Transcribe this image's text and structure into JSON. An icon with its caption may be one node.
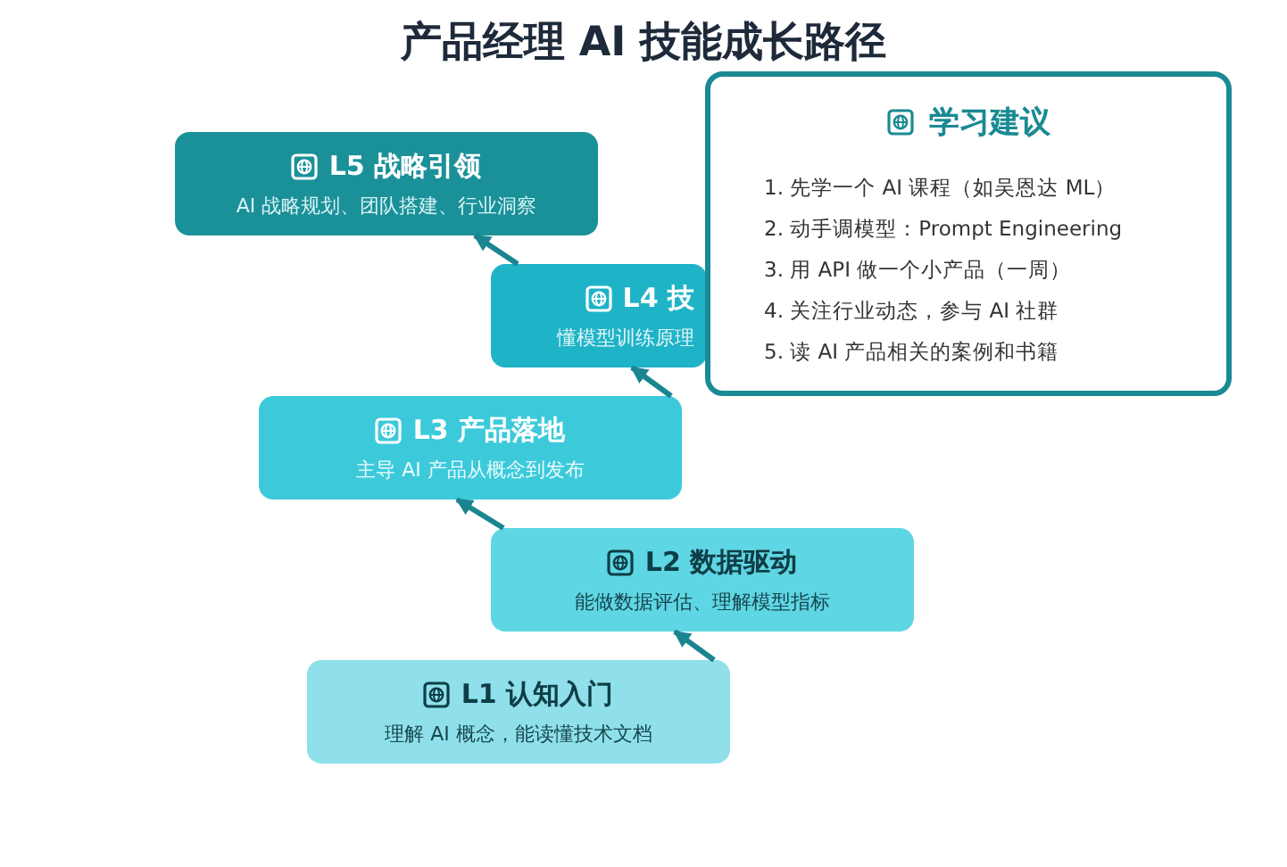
{
  "diagram": {
    "title": "产品经理 AI 技能成长路径",
    "nodes": [
      {
        "text": [
          "L5 战略引领",
          "AI 战略规划、团队搭建、行业洞察"
        ]
      },
      {
        "text": [
          "L4 技",
          "懂模型训练原理"
        ]
      },
      {
        "text": [
          "学习建议",
          "1. 先学一个 AI 课程（如吴恩达 ML）",
          "2. 动手调模型：Prompt Engineering",
          "3. 用 API 做一个小产品（一周）",
          "4. 关注行业动态，参与 AI 社群",
          "5. 读 AI 产品相关的案例和书籍"
        ]
      },
      {
        "text": [
          "L3 产品落地",
          "主导 AI 产品从概念到发布"
        ]
      },
      {
        "text": [
          "L2 数据驱动",
          "能做数据评估、理解模型指标"
        ]
      },
      {
        "text": [
          "L1 认知入门",
          "理解 AI 概念，能读懂技术文档"
        ]
      }
    ],
    "edges": [
      {
        "from": 5,
        "to": 4,
        "arrow": "to"
      },
      {
        "from": 4,
        "to": 3,
        "arrow": "to"
      },
      {
        "from": 3,
        "to": 1,
        "arrow": "to"
      },
      {
        "from": 1,
        "to": 0,
        "arrow": "to"
      }
    ]
  }
}
